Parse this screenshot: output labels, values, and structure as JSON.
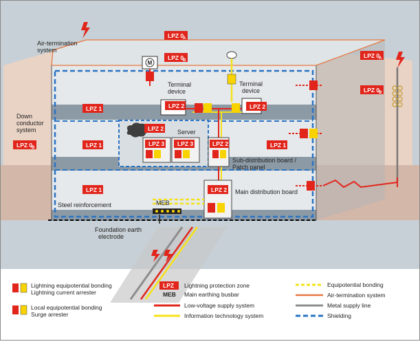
{
  "zones": {
    "z0a_top": "LPZ 0",
    "z0a_top_sub": "A",
    "z0b_top": "LPZ 0",
    "z0b_top_sub": "B",
    "z0a_right": "LPZ 0",
    "z0a_right_sub": "A",
    "z0b_right": "LPZ 0",
    "z0b_right_sub": "B",
    "z0b_left": "LPZ 0",
    "z0b_left_sub": "B",
    "z1_floor3": "LPZ 1",
    "z1_floor2_left": "LPZ 1",
    "z1_floor2_right": "LPZ 1",
    "z1_floor1": "LPZ 1",
    "z2_terminal_left": "LPZ 2",
    "z2_terminal_right": "LPZ 2",
    "z2_server_room": "LPZ 2",
    "z3_server_a": "LPZ 3",
    "z3_server_b": "LPZ 3",
    "z2_subdist": "LPZ 2",
    "z2_maindist": "LPZ 2"
  },
  "labels": {
    "air_termination": [
      "Air-termination",
      "system"
    ],
    "down_conductor": [
      "Down",
      "conductor",
      "system"
    ],
    "terminal_left": [
      "Terminal",
      "device"
    ],
    "terminal_right": [
      "Terminal",
      "device"
    ],
    "server": "Server",
    "sub_dist": [
      "Sub-distribution board /",
      "Patch panel"
    ],
    "main_dist": "Main distribution board",
    "meb": "MEB",
    "steel": "Steel reinforcement",
    "foundation": [
      "Foundation earth",
      "electrode"
    ],
    "motor": "M"
  },
  "legend": {
    "lightning_bonding": "Lightning equipotential bonding",
    "lightning_arrester": "Lightning current arrester",
    "local_bonding": "Local equipotential bonding",
    "surge_arrester": "Surge arrester",
    "lpz_sym": "LPZ",
    "lpz_text": "Lightning protection zone",
    "meb_sym": "MEB",
    "meb_text": "Main earthing busbar",
    "low_voltage": "Low-voltage supply system",
    "it_system": "Information technology system",
    "equip_bonding": "Equipotential bonding",
    "air_term": "Air-termination system",
    "metal_supply": "Metal supply line",
    "shielding": "Shielding"
  },
  "colors": {
    "sky": "#c9d2d7",
    "ground": "#e9d2c5",
    "building": "#e6eaec",
    "lpz_red": "#e1251b",
    "low_voltage": "#e1251b",
    "it_line": "#f5e21a",
    "air_term": "#e8773f",
    "metal_supply": "#8d8d8d",
    "shielding": "#2a73c4",
    "arrester_yellow": "#f8d300"
  }
}
